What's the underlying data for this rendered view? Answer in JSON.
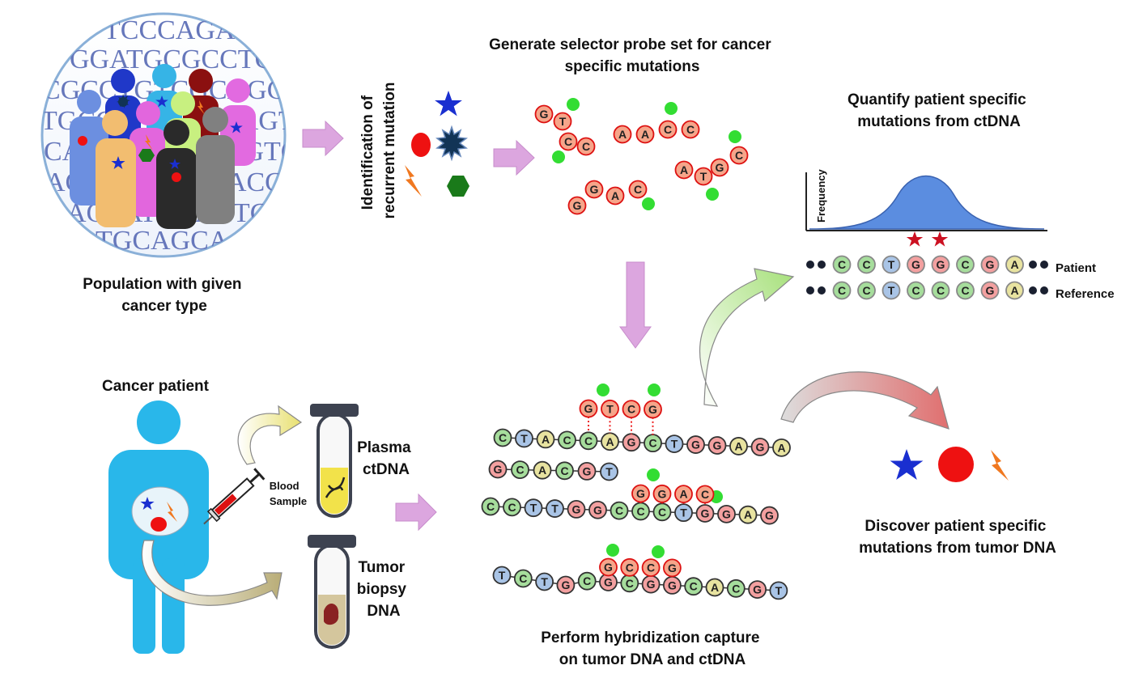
{
  "captions": {
    "population": [
      "Population with given",
      "cancer type"
    ],
    "identification": [
      "Identification of",
      "recurrent mutation"
    ],
    "selector": [
      "Generate selector probe set for cancer",
      "specific mutations"
    ],
    "quantify": [
      "Quantify patient specific",
      "mutations from ctDNA"
    ],
    "patient": "Cancer patient",
    "blood": [
      "Blood",
      "Sample"
    ],
    "plasma": [
      "Plasma",
      "ctDNA"
    ],
    "tumor": [
      "Tumor",
      "biopsy",
      "DNA"
    ],
    "hybrid": [
      "Perform hybridization capture",
      "on tumor DNA and ctDNA"
    ],
    "discover": [
      "Discover patient specific",
      "mutations from tumor DNA"
    ]
  },
  "frequency_label": "Frequency",
  "seq_bg": [
    "TCCCAGA",
    "GGATGCGCCTC",
    "CGCCTGTCGCAGCC",
    "TGCGCCATGCTAGTGT",
    "CAATCGCGATCGTCAG",
    "AGGCTATCTGACGAGA",
    "ACCATCGACTGAGC",
    "TGCAGCA"
  ],
  "probes_top": [
    [
      "G",
      "T",
      "C",
      "C"
    ],
    [
      "A",
      "A",
      "C",
      "C"
    ],
    [
      "A",
      "T",
      "G",
      "C"
    ],
    [
      "G",
      "G",
      "A",
      "C"
    ]
  ],
  "patient_seq": {
    "label": "Patient",
    "bases": [
      "C",
      "C",
      "T",
      "G",
      "G",
      "C",
      "G",
      "A"
    ]
  },
  "reference_seq": {
    "label": "Reference",
    "bases": [
      "C",
      "C",
      "T",
      "C",
      "C",
      "C",
      "G",
      "A"
    ]
  },
  "strands": [
    {
      "bases": [
        "C",
        "T",
        "A",
        "C",
        "C",
        "A",
        "G",
        "C",
        "T",
        "G",
        "G",
        "A",
        "G",
        "A"
      ],
      "probe": [
        "G",
        "T",
        "C",
        "G"
      ]
    },
    {
      "bases": [
        "G",
        "C",
        "A",
        "C",
        "G",
        "T"
      ],
      "probe": []
    },
    {
      "bases": [
        "C",
        "C",
        "T",
        "T",
        "G",
        "G",
        "C",
        "C",
        "C",
        "T",
        "G",
        "G",
        "A",
        "G"
      ],
      "probe": [
        "G",
        "G",
        "A",
        "C"
      ]
    },
    {
      "bases": [
        "T",
        "C",
        "T",
        "G",
        "C",
        "G",
        "C",
        "G",
        "G",
        "C",
        "A",
        "C",
        "G",
        "T"
      ],
      "probe": [
        "G",
        "C",
        "C",
        "G"
      ]
    }
  ],
  "colors": {
    "A": "#e8e3a0",
    "C": "#a6dd9c",
    "G": "#f3a0a0",
    "T": "#a9c4e6",
    "probe": "#f6a58a",
    "green_dot": "#33dd33",
    "arrow_pink": "#dca6df",
    "body_blue": "#29b7ea",
    "star_blue": "#1a2fd0",
    "star_red": "#cc1122",
    "red_dot": "#ee1111",
    "bolt": "#f07820",
    "hexagon": "#1a7a1a",
    "curve_blue": "#5b8de0"
  }
}
